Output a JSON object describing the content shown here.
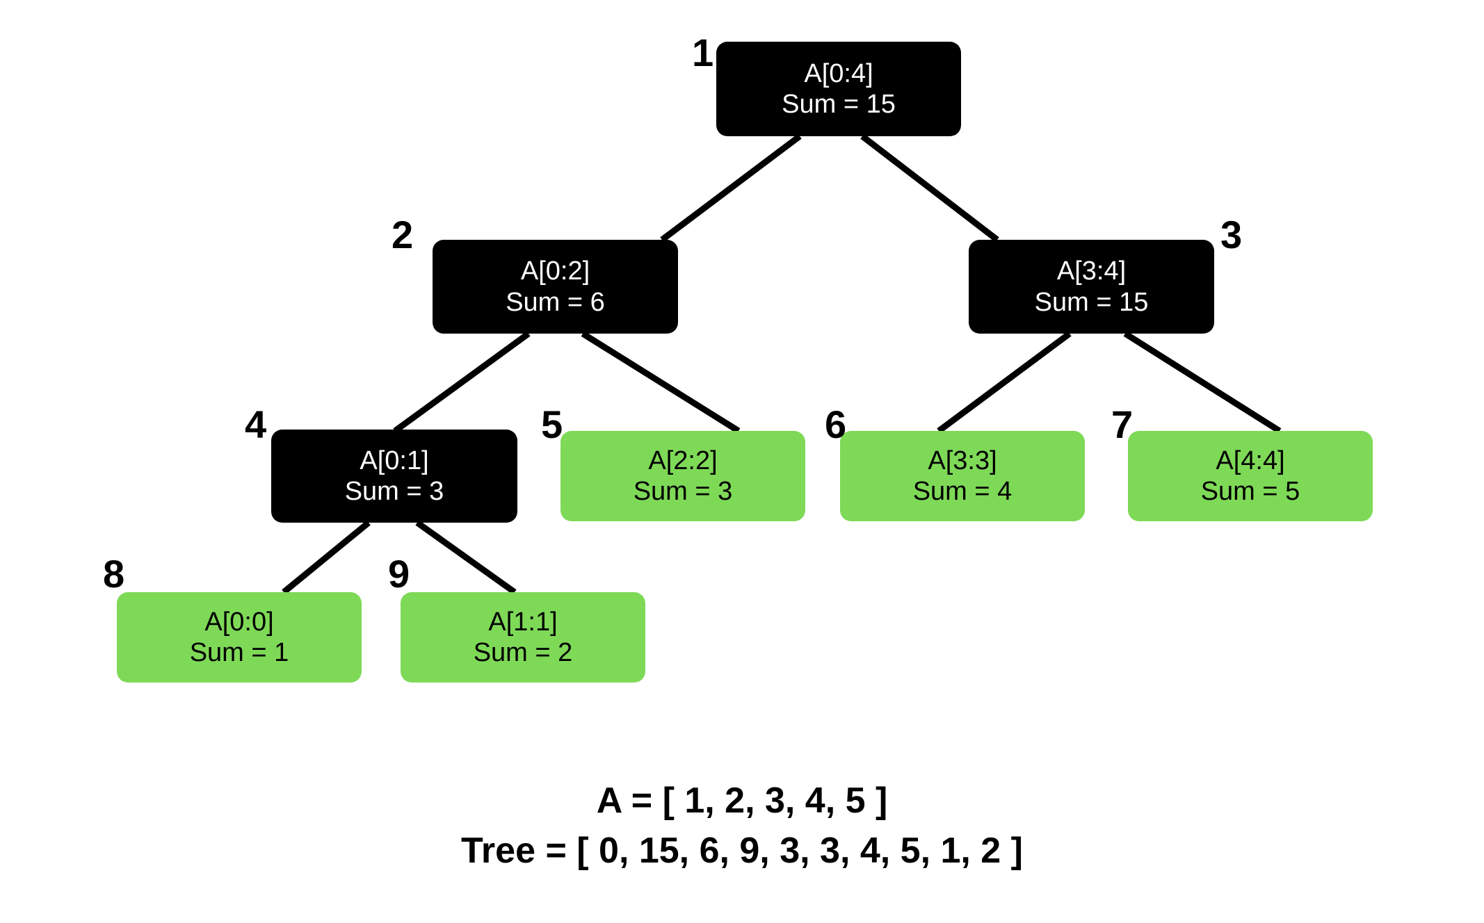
{
  "diagram": {
    "title": "segment-tree-sum",
    "colors": {
      "internal_fill": "#000000",
      "internal_text": "#ffffff",
      "leaf_fill": "#7ed957",
      "leaf_text": "#000000",
      "edge": "#000000",
      "background": "#ffffff"
    },
    "nodes": [
      {
        "index": "1",
        "range": "A[0:4]",
        "sum": "Sum = 15",
        "kind": "internal"
      },
      {
        "index": "2",
        "range": "A[0:2]",
        "sum": "Sum = 6",
        "kind": "internal"
      },
      {
        "index": "3",
        "range": "A[3:4]",
        "sum": "Sum = 15",
        "kind": "internal"
      },
      {
        "index": "4",
        "range": "A[0:1]",
        "sum": "Sum = 3",
        "kind": "internal"
      },
      {
        "index": "5",
        "range": "A[2:2]",
        "sum": "Sum = 3",
        "kind": "leaf"
      },
      {
        "index": "6",
        "range": "A[3:3]",
        "sum": "Sum = 4",
        "kind": "leaf"
      },
      {
        "index": "7",
        "range": "A[4:4]",
        "sum": "Sum = 5",
        "kind": "leaf"
      },
      {
        "index": "8",
        "range": "A[0:0]",
        "sum": "Sum = 1",
        "kind": "leaf"
      },
      {
        "index": "9",
        "range": "A[1:1]",
        "sum": "Sum = 2",
        "kind": "leaf"
      }
    ],
    "caption": {
      "array_line": "A = [ 1, 2, 3, 4, 5 ]",
      "tree_line": "Tree = [ 0, 15, 6, 9, 3, 3, 4, 5, 1, 2 ]"
    }
  }
}
